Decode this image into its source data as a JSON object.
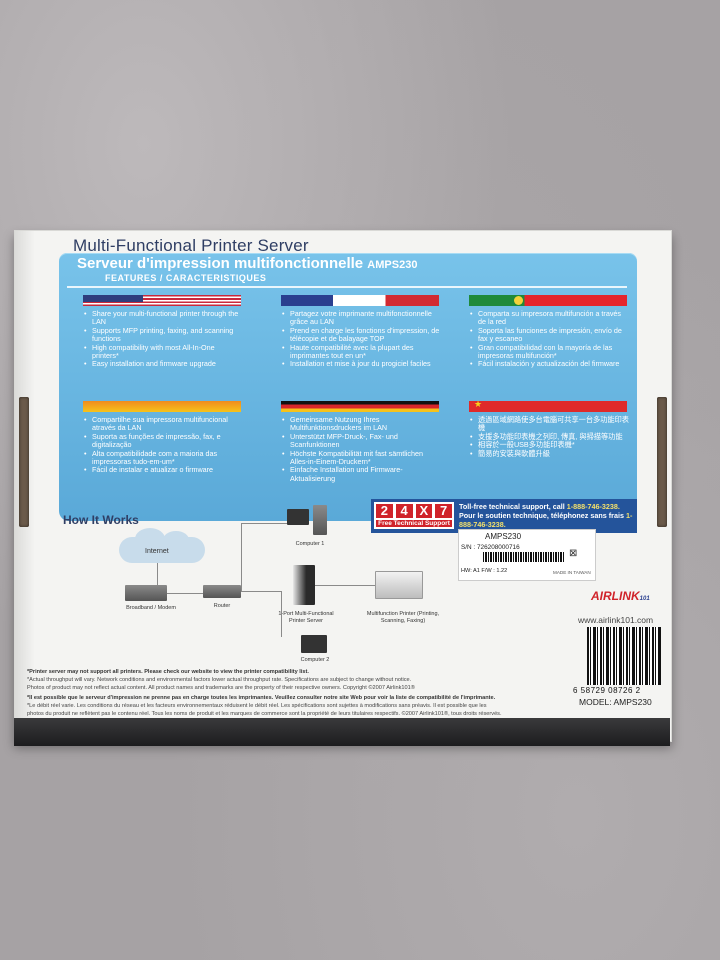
{
  "title": "Multi-Functional Printer Server",
  "subtitle": "Serveur d'impression multifonctionnelle",
  "model_inline": "AMPS230",
  "features_heading": "FEATURES / CARACTERISTIQUES",
  "columns": [
    {
      "flag": "us-flag",
      "items": [
        "Share your multi-functional printer through the LAN",
        "Supports MFP printing, faxing, and scanning functions",
        "High compatibility with most All-In-One printers*",
        "Easy installation and firmware upgrade"
      ]
    },
    {
      "flag": "france-flag",
      "items": [
        "Partagez votre imprimante multifonctionnelle grâce au LAN",
        "Prend en charge les fonctions d'impression, de télécopie et de balayage TOP",
        "Haute compatibilité avec la plupart des imprimantes tout en un*",
        "Installation et mise à jour du progiciel faciles"
      ]
    },
    {
      "flag": "portugal-flag",
      "items": [
        "Comparta su impresora multifunción a través de la red",
        "Soporta las funciones de impresión, envío de fax y escaneo",
        "Gran compatibilidad con la mayoría de las impresoras multifunción*",
        "Fácil instalación y actualización del firmware"
      ]
    },
    {
      "flag": "brazil-flag",
      "items": [
        "Compartilhe sua impressora multifuncional através da LAN",
        "Suporta as funções de impressão, fax, e digitalização",
        "Alta compatibilidade com a maioria das impressoras tudo-em-um*",
        "Fácil de instalar e atualizar o firmware"
      ]
    },
    {
      "flag": "germany-flag",
      "items": [
        "Gemeinsame Nutzung Ihres Multifunktionsdruckers im LAN",
        "Unterstützt MFP-Druck-, Fax- und Scanfunktionen",
        "Höchste Kompatibilität mit fast sämtlichen Alles-in-Einem-Druckern*",
        "Einfache Installation und Firmware-Aktualisierung"
      ]
    },
    {
      "flag": "china-flag",
      "items": [
        "透過區域網路使多台電腦可共享一台多功能印表機",
        "支援多功能印表機之列印, 傳真, 與掃描等功能",
        "相容於一般USB多功能印表機*",
        "簡易的安裝與軟體升級"
      ]
    }
  ],
  "support": {
    "digits": [
      "2",
      "4",
      "X",
      "7"
    ],
    "badge_sub": "Free Technical Support",
    "line1": "Toll-free technical support, call ",
    "phone1": "1-888-746-3238.",
    "line2": "Pour le soutien technique, téléphonez sans frais ",
    "phone2": "1-888-746-3238."
  },
  "how_it_works": {
    "heading": "How It Works",
    "internet": "Internet",
    "modem": "Broadband / Modem",
    "router": "Router",
    "computer1": "Computer 1",
    "computer2": "Computer 2",
    "server": "1-Port Multi-Functional Printer Server",
    "printer": "Multifunction Printer (Printing, Scanning, Faxing)"
  },
  "sticker": {
    "model": "AMPS230",
    "sn": "S/N : 726208000716",
    "hw": "HW: A1    F/W : 1.22",
    "made": "MADE IN TAIWAN"
  },
  "brand": {
    "name": "AIRLINK",
    "sup": "101",
    "url": "www.airlink101.com"
  },
  "barcode_numbers": "6  58729 08726  2",
  "model_footer": "MODEL: AMPS230",
  "fine_print": [
    "*Printer server may not support all printers. Please check our website to view the printer compatibility list.",
    "*Actual throughput will vary. Network conditions and environmental factors lower actual throughput rate. Specifications are subject to change without notice.",
    "Photos of product may not reflect actual content. All product names and trademarks are the property of their respective owners. Copyright ©2007 Airlink101®",
    "*Il est possible que le serveur d'impression ne prenne pas en charge toutes les imprimantes. Veuillez consulter notre site Web pour voir la liste de compatibilité de l'imprimante.",
    "*Le débit réel varie. Les conditions du réseau et les facteurs environnementaux réduisent le débit réel. Les spécifications sont sujettes à modifications sans préavis. Il est possible que les",
    "photos du produit ne reflètent pas le contenu réel. Tous les noms de produit et les marques de commerce sont la propriété de leurs titulaires respectifs. ©2007 Airlink101®, tous droits réservés."
  ]
}
